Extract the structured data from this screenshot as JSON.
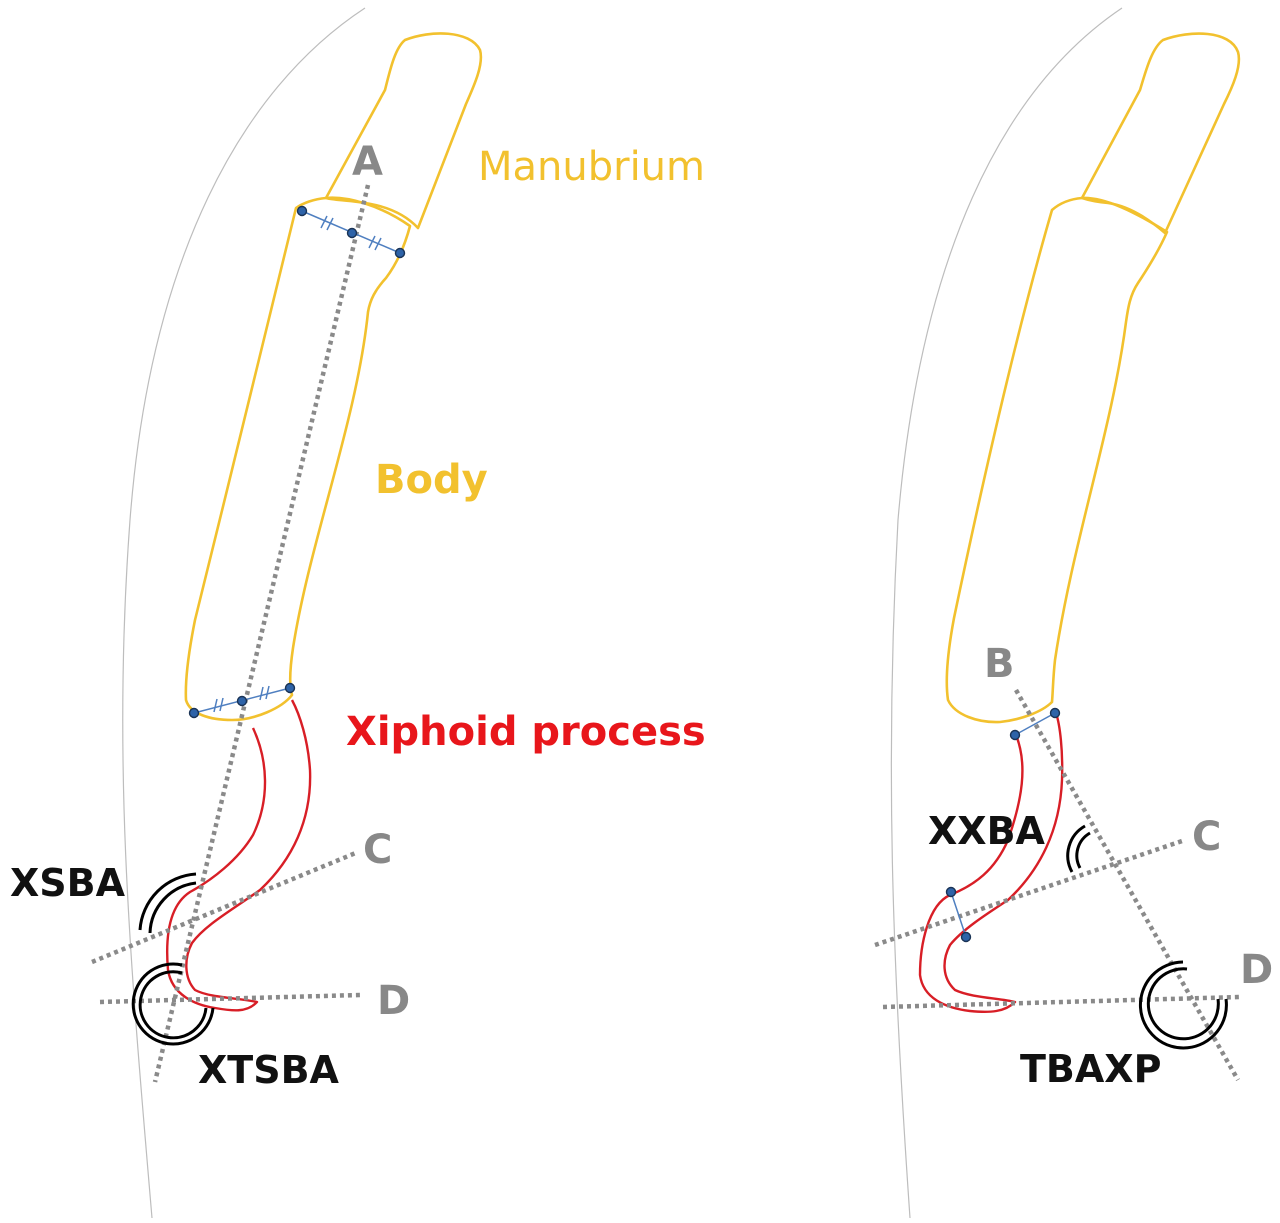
{
  "labels": {
    "manubrium": "Manubrium",
    "body": "Body",
    "xiphoid": "Xiphoid process",
    "xsba": "XSBA",
    "xtsba": "XTSBA",
    "xxba": "XXBA",
    "tbaxp": "TBAXP"
  },
  "axis_letters": {
    "left_a": "A",
    "left_c": "C",
    "left_d": "D",
    "right_b": "B",
    "right_c": "C",
    "right_d": "D"
  },
  "colors": {
    "bone_outline": "#F2C12E",
    "xiphoid_outline": "#D81E26",
    "axis_lines": "#8a8a8a",
    "midpoint_markers": "#2E63A8"
  }
}
